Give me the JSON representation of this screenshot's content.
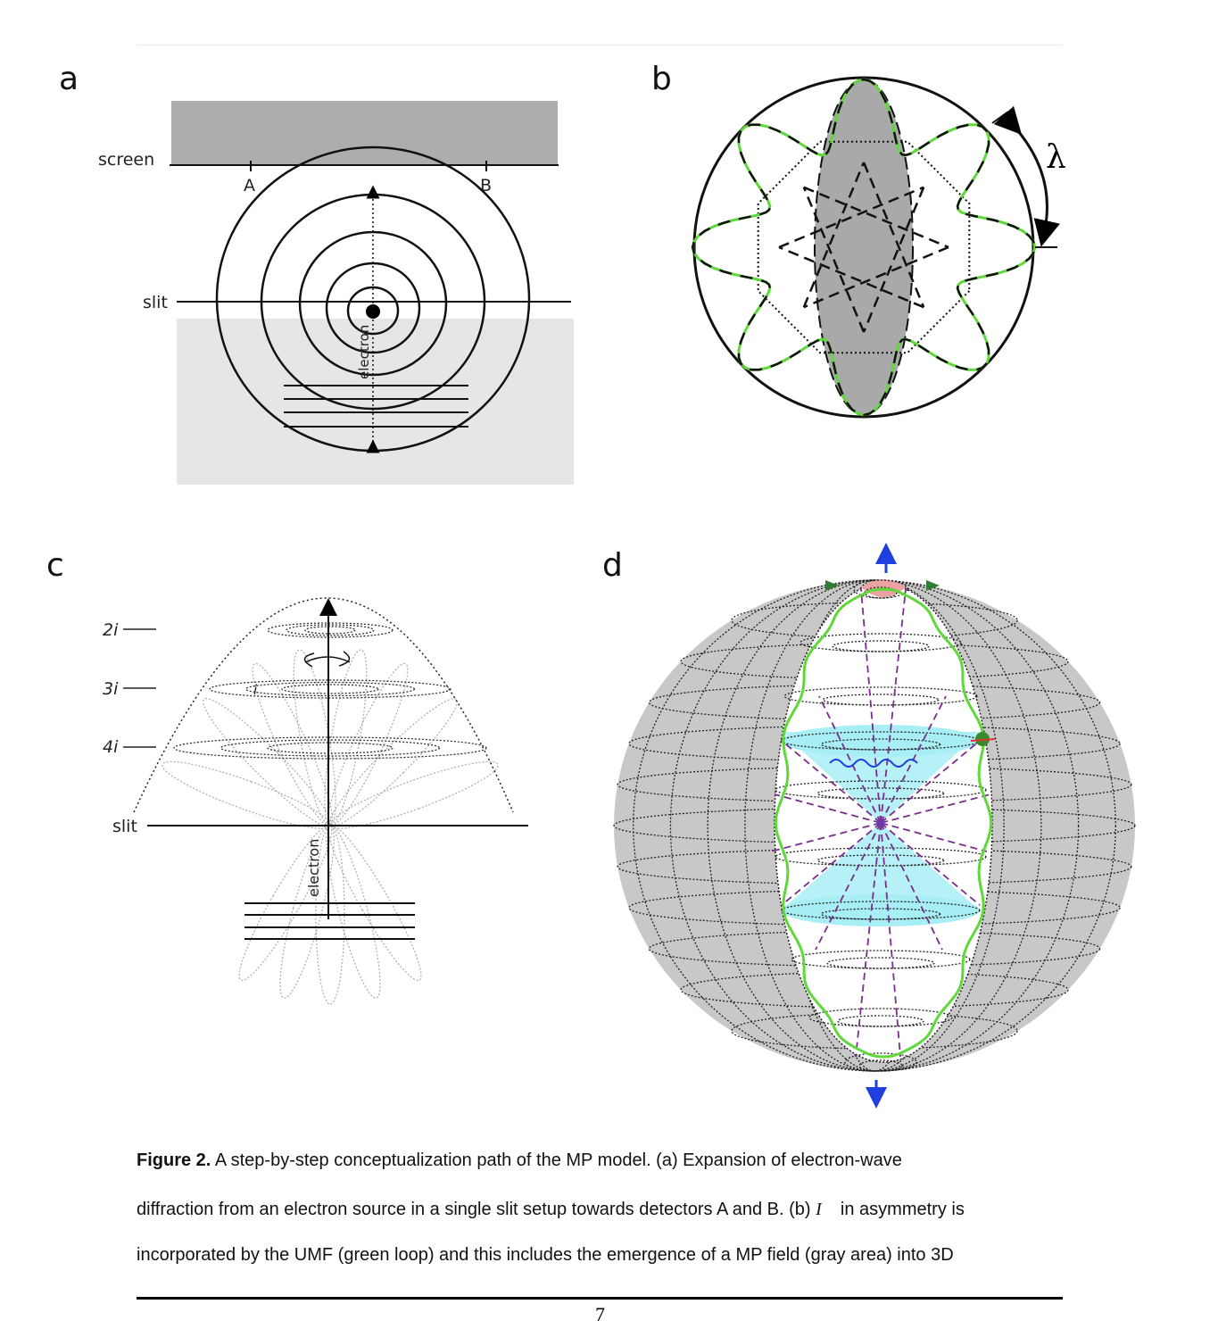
{
  "figure": {
    "panel_a": {
      "label": "a",
      "screen": "screen",
      "detector_a": "A",
      "detector_b": "B",
      "slit": "slit",
      "electron": "electron"
    },
    "panel_b": {
      "label": "b",
      "wavelength": "λ"
    },
    "panel_c": {
      "label": "c",
      "levels": [
        "2i",
        "3i",
        "4i"
      ],
      "slit": "slit",
      "electron": "electron",
      "vector": "i"
    },
    "panel_d": {
      "label": "d"
    }
  },
  "caption": {
    "lines": [
      {
        "bold": "Figure 2.",
        "text": " A step-by-step conceptualization path of the MP model. (a) Expansion of electron-wave"
      },
      {
        "text": "diffraction from an electron source in a single slit setup towards detectors A and B. (b) ",
        "symbol": "I⃗",
        "rest": " in asymmetry is"
      },
      {
        "text": "incorporated by the UMF (green loop) and this includes the emergence of a MP field (gray area) into 3D"
      }
    ]
  },
  "page_number": "7",
  "colors": {
    "green": "#5fd83a",
    "cyan": "#a8eef5",
    "purple": "#7a2d8c",
    "blue": "#1f3fe0",
    "pink": "#eaa3a0",
    "gray": "#c4c4c4"
  }
}
